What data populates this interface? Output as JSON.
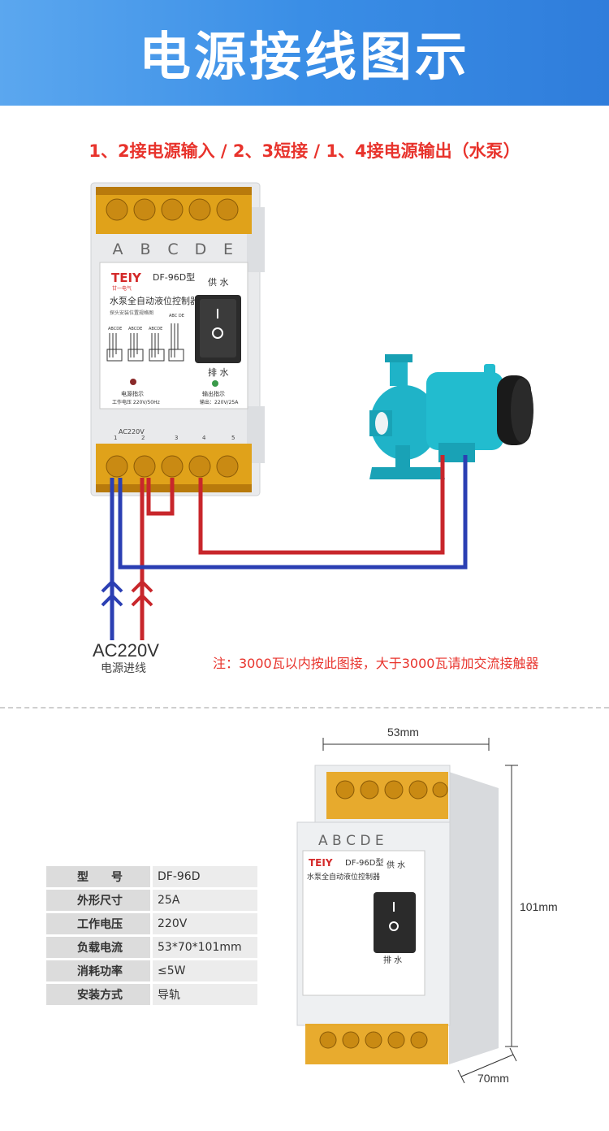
{
  "banner": {
    "title": "电源接线图示"
  },
  "instruction": "1、2接电源输入 / 2、3短接 / 1、4接电源输出（水泵）",
  "device": {
    "brand": "TEIY",
    "brand_sub": "甘一电气",
    "model": "DF-96D型",
    "product_name": "水泵全自动液位控制器",
    "probe_note": "探头安装位置规格图",
    "terminal_letters": [
      "A",
      "B",
      "C",
      "D",
      "E"
    ],
    "supply_label": "供 水",
    "drain_label": "排 水",
    "power_indicator": "电源指示",
    "output_indicator": "输出指示",
    "working_voltage": "工作电压  220V/50Hz",
    "output_rating": "输出：220V/25A",
    "ac_mark": "AC220V",
    "bottom_terminals": [
      "1",
      "2",
      "3",
      "4",
      "5"
    ],
    "probe_group_labels": [
      "ABCDE",
      "ABCDE",
      "ABCDE",
      "ABC DE"
    ]
  },
  "wiring": {
    "ac_label": "AC220V",
    "ac_sublabel": "电源进线",
    "wire_colors": {
      "live": "#c8262b",
      "neutral": "#2b3fb3"
    }
  },
  "note": "注：3000瓦以内按此图接，大于3000瓦请加交流接触器",
  "dimensions": {
    "width": "53mm",
    "height": "101mm",
    "depth": "70mm"
  },
  "specs": [
    {
      "key": "型　　号",
      "value": "DF-96D"
    },
    {
      "key": "外形尺寸",
      "value": "25A"
    },
    {
      "key": "工作电压",
      "value": "220V"
    },
    {
      "key": "负载电流",
      "value": "53*70*101mm"
    },
    {
      "key": "消耗功率",
      "value": "≤5W"
    },
    {
      "key": "安装方式",
      "value": "导轨"
    }
  ],
  "colors": {
    "banner": "#3a8ee6",
    "accent_red": "#e8332c",
    "amber": "#e0a21a",
    "pump": "#1fb3c8"
  }
}
